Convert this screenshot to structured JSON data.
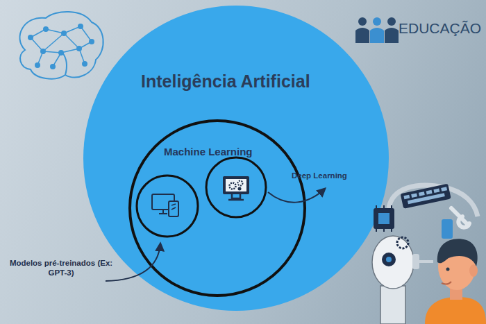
{
  "diagram": {
    "nodes": [
      {
        "text": [
          "Inteligência Artificial"
        ]
      },
      {
        "text": [
          "Machine Learning"
        ],
        "in": 0
      }
    ],
    "labels": [
      "Deep Learning",
      "Modelos pré-treinados (Ex: GPT-3)",
      "EDUCAÇÃO"
    ]
  }
}
